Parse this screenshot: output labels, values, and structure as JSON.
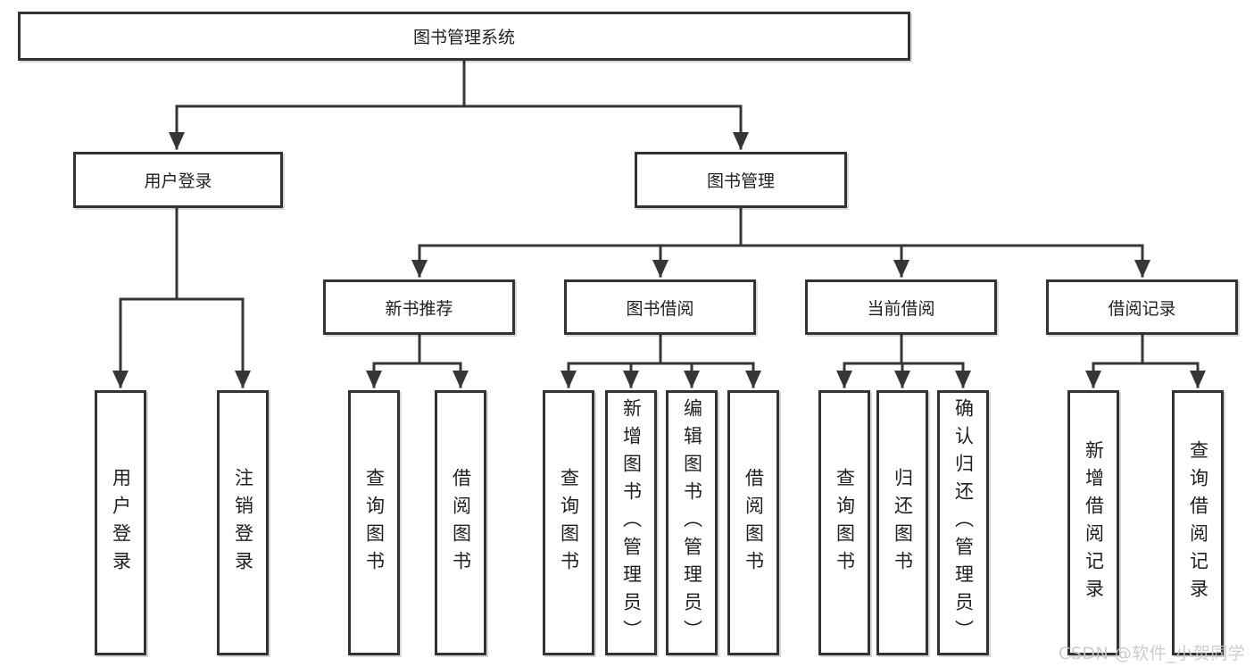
{
  "colors": {
    "line": "#363636",
    "box_border": "#333333",
    "box_fill": "#ffffff",
    "text": "#1f1f1f",
    "watermark_text": "#c9c9c9"
  },
  "watermark": "CSDN @软件_小贺同学",
  "tree": {
    "root": "图书管理系统",
    "children": [
      {
        "label": "用户登录",
        "children": [
          "用户登录",
          "注销登录"
        ]
      },
      {
        "label": "图书管理",
        "children": [
          {
            "label": "新书推荐",
            "children": [
              "查询图书",
              "借阅图书"
            ]
          },
          {
            "label": "图书借阅",
            "children": [
              "查询图书",
              "新增图书（管理员）",
              "编辑图书（管理员）",
              "借阅图书"
            ]
          },
          {
            "label": "当前借阅",
            "children": [
              "查询图书",
              "归还图书",
              "确认归还（管理员）"
            ]
          },
          {
            "label": "借阅记录",
            "children": [
              "新增借阅记录",
              "查询借阅记录"
            ]
          }
        ]
      }
    ]
  }
}
